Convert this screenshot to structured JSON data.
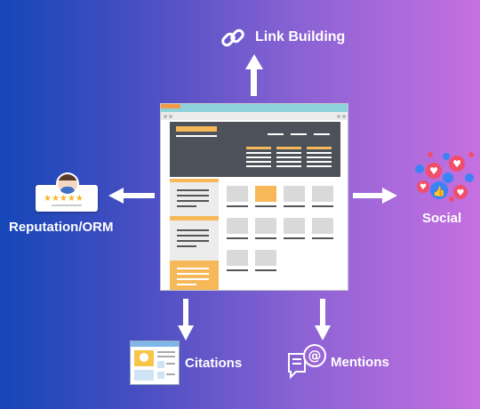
{
  "nodes": {
    "top": {
      "label": "Link Building"
    },
    "left": {
      "label": "Reputation/ORM"
    },
    "right": {
      "label": "Social"
    },
    "bottom_left": {
      "label": "Citations"
    },
    "bottom_right": {
      "label": "Mentions"
    }
  },
  "icons": {
    "top": "chain-link-icon",
    "left": "review-card-icon",
    "right": "social-reactions-icon",
    "bottom_left": "citation-page-icon",
    "bottom_right": "at-sign-speech-icon"
  },
  "rating": {
    "stars": 5,
    "max": 5
  },
  "colors": {
    "gradient_left": "#1546b8",
    "gradient_right": "#c670e0",
    "accent_orange": "#f7b85a",
    "header_dark": "#4d5159",
    "like_blue": "#3b82f6",
    "heart_red": "#f04e6a"
  }
}
